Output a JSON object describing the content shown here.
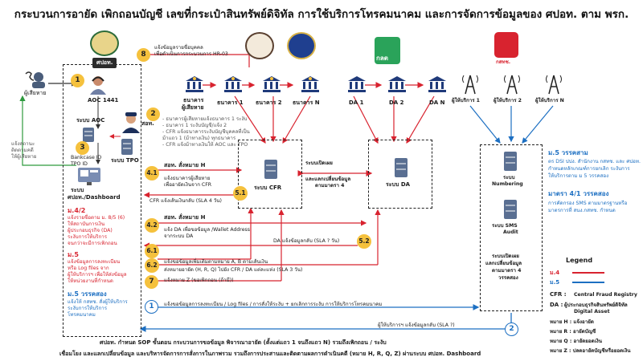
{
  "title": "กระบวนการอายัด เพิกถอนบัญชี เลขที่กระเป๋าสินทรัพย์ดิจิทัล การใช้บริการโทรคมนาคม และการจัดการข้อมูลของ ศปอท. ตาม พรก.",
  "colors": {
    "red": "#d8232f",
    "blue": "#1c6fc2",
    "badge": "#f5c13d",
    "dark": "#222222"
  },
  "logos": {
    "spoth_tag": "ศปอท.",
    "klot_label": "กลต",
    "ktt_label": "กสทช."
  },
  "left": {
    "victim": "ผู้เสียหาย",
    "aoc": "AOC 1441",
    "aoc_system": "ระบบ AOC",
    "police_label": "สอท.",
    "bankcase": "Bankcase ID",
    "tpo_id": "TPO ID",
    "tpo_system": "ระบบ TPO",
    "dashboard_system": "ระบบ",
    "dashboard": "ศปอท./Dashboard",
    "status_note": [
      "แจ้งสถานะ",
      "ติดตามคดี",
      "ให้ผู้เสียหาย"
    ],
    "m42_title": "ม.4/2",
    "m42_text": [
      "แจ้งรายชื่อตาม ม. 8/5 (6)",
      "ให้สถาบันการเงิน",
      "ผู้ประกอบธุรกิจ (DA)",
      "ระงับการให้บริการ",
      "จนกว่าจะมีการเพิกถอน"
    ],
    "m5_title": "ม.5",
    "m5_text": [
      "แจ้งข้อมูลการลงทะเบียน",
      "หรือ Log files จาก",
      "ผู้ให้บริการฯ เพื่อให้ส่งข้อมูล",
      "ให้หน่วยงานที่กำหนด"
    ],
    "m5b_title": "ม.5 วรรคสอง",
    "m5b_text": [
      "แจ้งให้ กสทช. สั่งผู้ให้บริการ",
      "ระงับการให้บริการ",
      "โทรคมนาคม"
    ]
  },
  "banks": {
    "victim_bank": [
      "ธนาคาร",
      "ผู้เสียหาย"
    ],
    "b1": "ธนาคาร 1",
    "b2": "ธนาคาร 2",
    "bn": "ธนาคาร N",
    "notes": [
      "- ธนาคารผู้เสียหายแจ้งธนาคาร 1 ระงับ",
      "- ธนาคาร 1 ระงับบัญชี/แจ้ง 2",
      "- CFR แจ้งธนาคารระงับบัญชีบุคคลที่เป็น",
      "  ม้าแถว 1 (ม้าทางเงิน) ทุกธนาคาร",
      "- CFR แจ้งม้าทางเงินให้ AOC และ TPO"
    ]
  },
  "da": {
    "d1": "DA 1",
    "d2": "DA 2",
    "dn": "DA N",
    "system": "ระบบ DA"
  },
  "telco": {
    "p1": "ผู้ให้บริการ 1",
    "p2": "ผู้ให้บริการ 2",
    "pn": "ผู้ให้บริการ N"
  },
  "cfr": {
    "system": "ระบบ CFR",
    "exchange": [
      "ระบบเปิดเผย",
      "และแลกเปลี่ยนข้อมูล",
      "ตามมาตรา 4"
    ]
  },
  "flows": {
    "s8": [
      "แจ้งข้อมูลรายชื่อบุคคล",
      "เพื่อดำเนินการกระบวนการ HR-03"
    ],
    "s41_title": "สอท. สั่งหมาย H",
    "s41_text": [
      "แจ้งธนาคารผู้เสียหาย",
      "เพื่ออายัดเงินจาก CFR"
    ],
    "s51": [
      "CFR แจ้งเส้นเงินกลับ (SLA 4 วัน)"
    ],
    "s42_title": "สอท. สั่งหมาย H",
    "s42_text": [
      "แจ้ง DA เพื่อขอข้อมูล /Wallet Address",
      "จากระบบ DA"
    ],
    "s52": "DA แจ้งข้อมูลกลับ (SLA ? วัน)",
    "s62": [
      "แจ้งขอข้อมูลเพิ่มเติมตามหมาย A, B ตามเส้นเงิน",
      "ส่งหมายอายัด (H, R, Q) ไปยัง CFR / DA แต่ละแห่ง (SLA 3 วัน)"
    ],
    "s7": "แจ้งหมาย Z (ขอเพิกถอน (ถ้ามี))",
    "s1": "แจ้งขอข้อมูลการลงทะเบียน / Log files  / การสั่งให้ระงับ + ยกเลิกการระงับ การให้บริการโทรคมนาคม",
    "s2": "ผู้ให้บริการฯ แจ้งข้อมูลกลับ (SLA ?)"
  },
  "right": {
    "m5c_title": "ม.5 วรรคสาม",
    "m5c_text": [
      "ตร DSI ปปง. สำนักงาน กสทช. และ ศปอท.",
      "กำหนดหลักเกณฑ์การยกเลิก ระงับการ",
      "ให้บริการตาม ม 5 วรรคสอง"
    ],
    "m41_title": "มาตรา 4/1 วรรคสอง",
    "m41_text": [
      "การคัดกรอง SMS ตามมาตรฐานหรือ",
      "มาตรการที่ สนง.กสทช. กำหนด"
    ],
    "numbering": [
      "ระบบ",
      "Numbering"
    ],
    "sms": [
      "ระบบ SMS",
      "Audit"
    ],
    "exchange": [
      "ระบบเปิดเผย",
      "แลกเปลี่ยนข้อมูล",
      "ตามมาตรา 4",
      "วรรคสอง"
    ]
  },
  "legend": {
    "title": "Legend",
    "m4": "ม.4",
    "m5": "ม.5",
    "cfr_key": "CFR :",
    "cfr_val": "Central Fraud Registry",
    "da_key": "DA :",
    "da_val": [
      "ผู้ประกอบธุรกิจสินทรัพย์ดิจิทัล",
      "Digital Asset"
    ],
    "h": "หมาย H : แจ้งอายัด",
    "r": "หมาย R : อายัดบัญชี",
    "q": "หมาย Q : อายัดยอดเงิน",
    "z": "หมาย Z : ปลดอายัดบัญชีหรือยอดเงิน"
  },
  "footer": [
    "ศปอท. กำหนด SOP ขั้นตอน กระบวนการขอข้อมูล พิจารณาอายัด (ตั้งแต่แถว 1 จนถึงแถว N) รวมถึงเพิกถอน / ระงับ",
    "เชื่อมโยง และแลกเปลี่ยนข้อมูล และบริหารจัดการการสั่งการในภาพรวม รวมถึงการประสานและติดตามผลการดำเนินคดี (หมาย H, R, Q, Z) ผ่านระบบ ศปอท. Dashboard"
  ],
  "steps": {
    "n1": "1",
    "n2": "2",
    "n3": "3",
    "n8": "8",
    "n41": "4.1",
    "n42": "4.2",
    "n51": "5.1",
    "n52": "5.2",
    "n61": "6.1",
    "n62": "6.2",
    "n7": "7"
  }
}
